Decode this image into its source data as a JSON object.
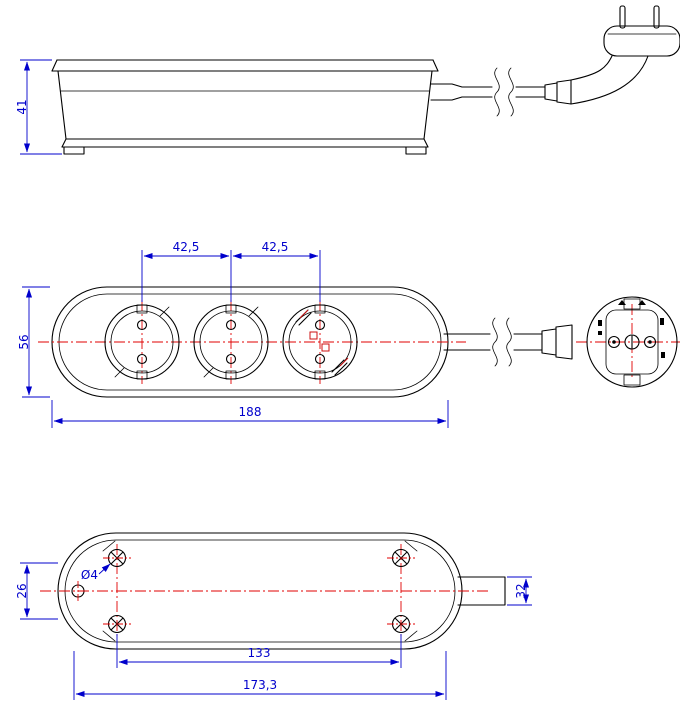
{
  "colors": {
    "outline": "#000000",
    "dimension": "#0000cc",
    "centerline": "#e00000",
    "safety_red": "#cc1111",
    "background": "#ffffff"
  },
  "views": {
    "side": {
      "dim_height": "41"
    },
    "plan": {
      "dim_pitch_left": "42,5",
      "dim_pitch_right": "42,5",
      "dim_depth": "56",
      "dim_length": "188"
    },
    "bottom": {
      "dim_edge": "26",
      "dim_screw_diameter": "Ø4",
      "dim_cable": "32",
      "dim_screw_pitch": "133",
      "dim_base_length": "173,3"
    }
  }
}
